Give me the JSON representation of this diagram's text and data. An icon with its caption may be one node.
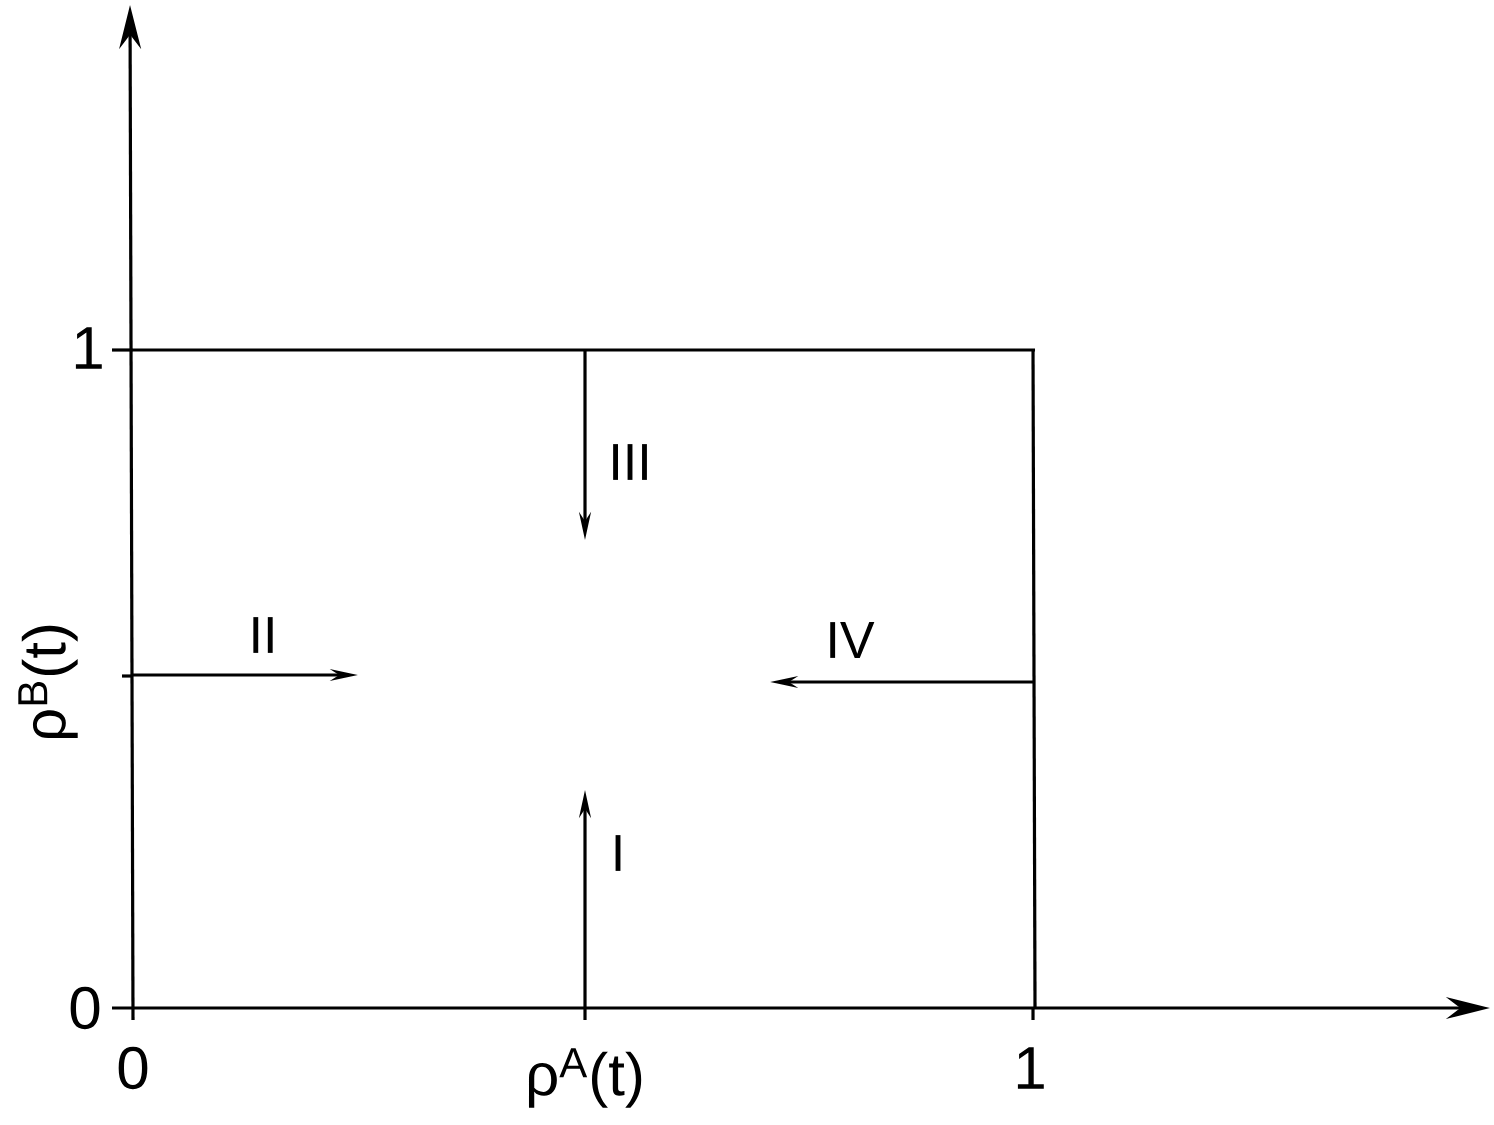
{
  "diagram": {
    "labels": [
      "1",
      "III",
      "II",
      "IV",
      "ρ$^{B}$(t)",
      "I",
      "0",
      "0",
      "ρ$^{A}$(t)",
      "1"
    ]
  }
}
